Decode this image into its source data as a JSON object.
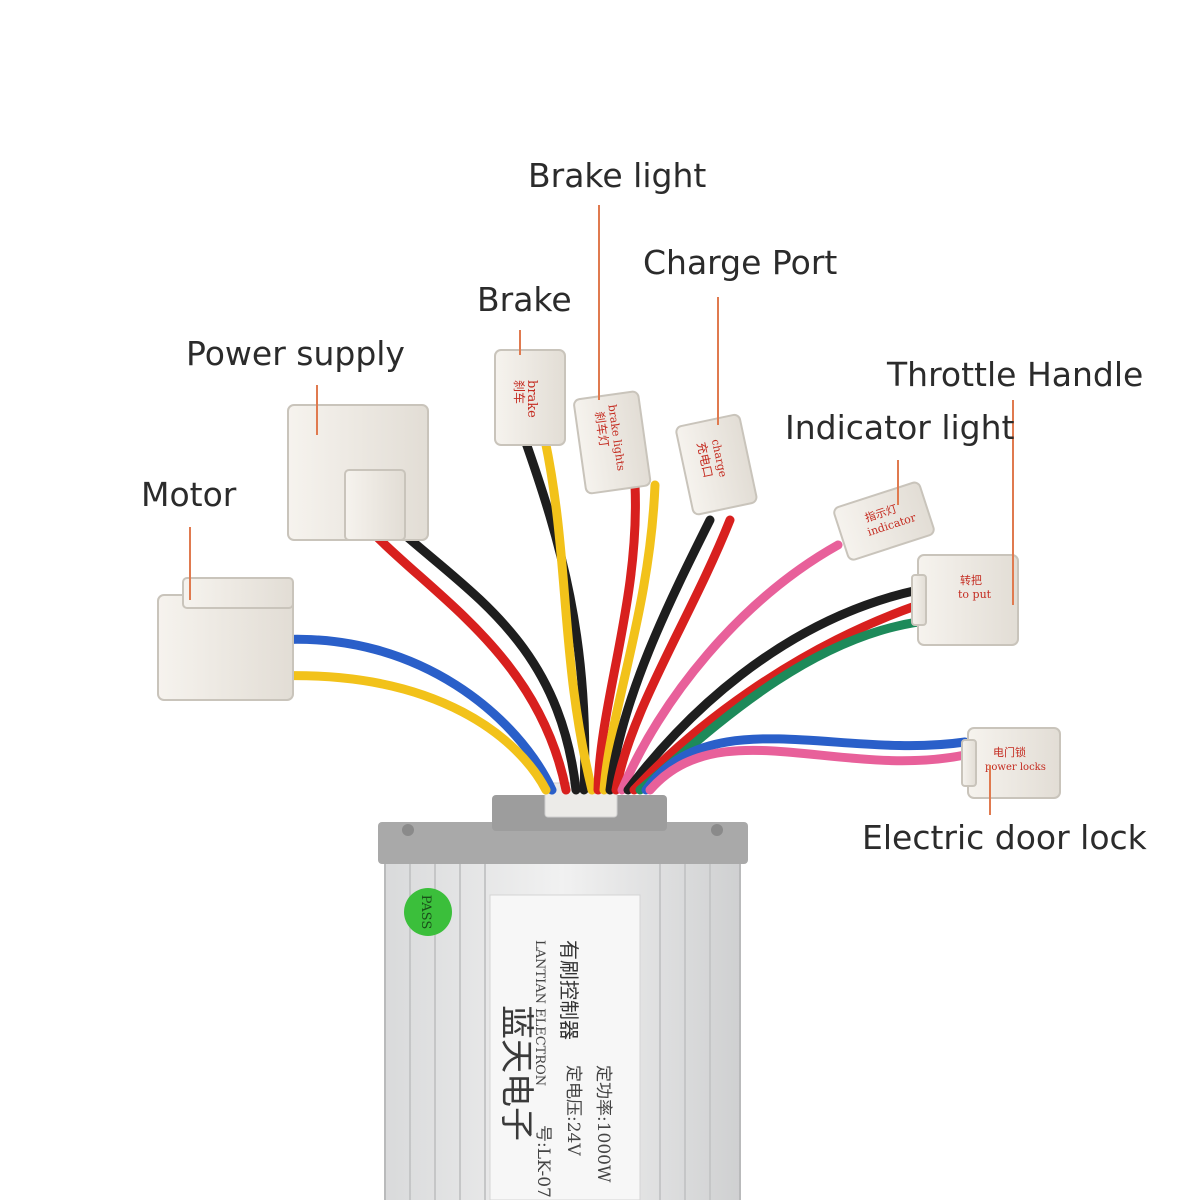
{
  "labels": {
    "brake_light": "Brake light",
    "charge_port": "Charge Port",
    "brake": "Brake",
    "power_supply": "Power supply",
    "throttle_handle": "Throttle Handle",
    "indicator_light": "Indicator light",
    "motor": "Motor",
    "electric_door_lock": "Electric door lock"
  },
  "connector_tags": {
    "brake": "brake",
    "brake_zh": "刹车",
    "brake_light": "brake lights",
    "brake_light_zh": "刹车灯",
    "charge": "charge",
    "charge_zh": "充电口",
    "indicator": "indicator",
    "indicator_zh": "指示灯",
    "throttle": "to put",
    "throttle_zh": "转把",
    "power_locks": "power locks",
    "power_locks_zh": "电门锁"
  },
  "controller": {
    "pass_badge": "PASS",
    "brand_en": "LANTIAN ELECTRON",
    "brand_zh": "蓝天电子",
    "type_zh": "有刷控制器",
    "model": "号:LK-07",
    "voltage": "定电压:24V",
    "power": "定功率:1000W"
  },
  "colors": {
    "leader_line": "#e07a4f",
    "wire_red": "#d8201e",
    "wire_black": "#1e1e1e",
    "wire_yellow": "#f2c21a",
    "wire_blue": "#2a5fc9",
    "wire_pink": "#e8609a",
    "wire_green": "#1d8a5a",
    "pass_badge": "#3bbf3b"
  }
}
